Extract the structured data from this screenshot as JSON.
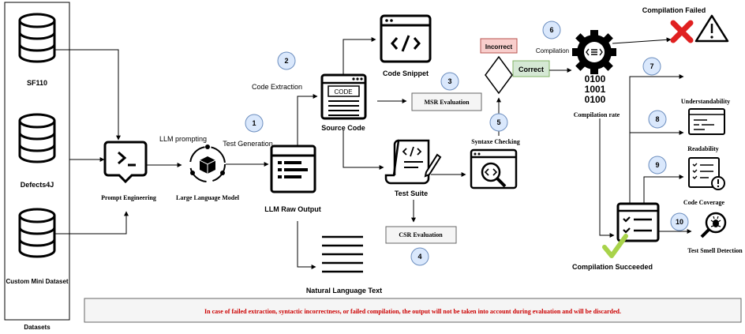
{
  "datasets": {
    "group_label": "Datasets",
    "items": [
      "SF110",
      "Defects4J",
      "Custom Mini Dataset"
    ]
  },
  "nodes": {
    "prompt_engineering": "Prompt Engineering",
    "llm": "Large Language Model",
    "llm_raw_output": "LLM Raw Output",
    "source_code": "Source Code",
    "code_icon_text": "CODE",
    "code_snippet": "Code Snippet",
    "msr_evaluation": "MSR Evaluation",
    "test_suite": "Test Suite",
    "csr_evaluation": "CSR Evaluation",
    "natural_language_text": "Natural Language Text",
    "syntax_checking": "Syntaxe Checking",
    "incorrect": "Incorrect",
    "correct": "Correct",
    "compilation": "Compilation",
    "compilation_rate": "Compilation rate",
    "binary_lines": [
      "0100",
      "1001",
      "0100"
    ],
    "compilation_failed": "Compilation Failed",
    "compilation_succeeded": "Compilation Succeeded",
    "understandability": "Understandability",
    "readability": "Readability",
    "code_coverage": "Code Coverage",
    "test_smell_detection": "Test Smell Detection"
  },
  "edge_labels": {
    "llm_prompting": "LLM prompting",
    "test_generation": "Test Generation",
    "code_extraction": "Code Extraction"
  },
  "steps": [
    "1",
    "2",
    "3",
    "4",
    "5",
    "6",
    "7",
    "8",
    "9",
    "10"
  ],
  "footer_note": "In case of failed extraction, syntactic incorrectness, or failed compilation, the output will not be taken into account during evaluation and will be discarded.",
  "colors": {
    "step_circle": "#dae8fc",
    "step_stroke": "#6c8ebf",
    "incorrect_fill": "#f8cecc",
    "incorrect_stroke": "#b85450",
    "correct_fill": "#d5e8d4",
    "correct_stroke": "#82b366",
    "eval_box_fill": "#f5f5f5",
    "eval_box_stroke": "#666666",
    "footer_text": "#cc0000",
    "fail_x": "#e02020",
    "success_check": "#a8d34a"
  }
}
